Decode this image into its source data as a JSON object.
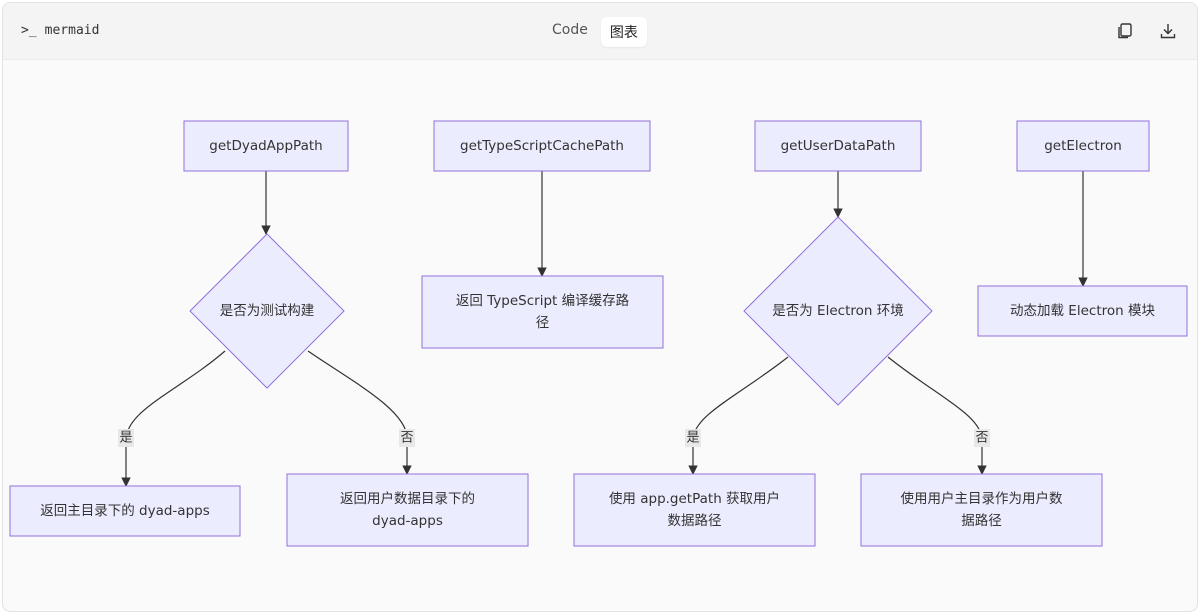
{
  "header": {
    "language": "mermaid",
    "tabs": [
      {
        "label": "Code",
        "active": false
      },
      {
        "label": "图表",
        "active": true
      }
    ],
    "actions": [
      "copy-icon",
      "download-icon"
    ]
  },
  "diagram": {
    "nodes": {
      "a": "getDyadAppPath",
      "b": "getTypeScriptCachePath",
      "c": "getUserDataPath",
      "d": "getElectron",
      "e": "是否为测试构建",
      "f": "返回 TypeScript 编译缓存路径",
      "g": "是否为 Electron 环境",
      "h": "动态加载 Electron 模块",
      "i": "返回主目录下的 dyad-apps",
      "j": "返回用户数据目录下的 dyad-apps",
      "k": "使用 app.getPath 获取用户数据路径",
      "l": "使用用户主目录作为用户数据路径"
    },
    "node_lines": {
      "f": [
        "返回 TypeScript 编译缓存路",
        "径"
      ],
      "j": [
        "返回用户数据目录下的",
        "dyad-apps"
      ],
      "k": [
        "使用 app.getPath 获取用户",
        "数据路径"
      ],
      "l": [
        "使用用户主目录作为用户数",
        "据路径"
      ]
    },
    "edges": [
      {
        "from": "a",
        "to": "e",
        "label": ""
      },
      {
        "from": "b",
        "to": "f",
        "label": ""
      },
      {
        "from": "c",
        "to": "g",
        "label": ""
      },
      {
        "from": "d",
        "to": "h",
        "label": ""
      },
      {
        "from": "e",
        "to": "i",
        "label": "是"
      },
      {
        "from": "e",
        "to": "j",
        "label": "否"
      },
      {
        "from": "g",
        "to": "k",
        "label": "是"
      },
      {
        "from": "g",
        "to": "l",
        "label": "否"
      }
    ]
  }
}
